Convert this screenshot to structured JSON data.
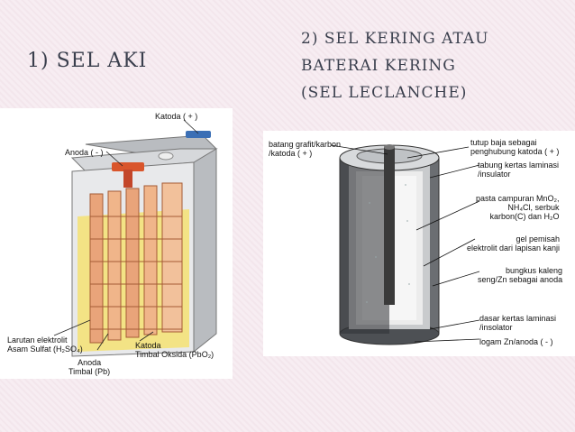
{
  "headings": {
    "sel_aki": "1) SEL AKI",
    "sel_kering": [
      "2) SEL KERING ATAU",
      "BATERAI KERING",
      "(SEL LECLANCHE)"
    ]
  },
  "aki": {
    "katoda_top": "Katoda ( + )",
    "anoda_top": "Anoda ( - )",
    "elektrolit": [
      "Larutan elektrolit",
      "Asam Sulfat (H₂SO₄)"
    ],
    "katoda_bottom": [
      "Katoda",
      "Timbal Oksida (PbO₂)"
    ],
    "anoda_bottom": [
      "Anoda",
      "Timbal (Pb)"
    ]
  },
  "leclanche": {
    "batang": [
      "batang grafit/karbon",
      "/katoda ( + )"
    ],
    "tutup": [
      "tutup baja sebagai",
      "penghubung katoda ( + )"
    ],
    "tabung": [
      "tabung kertas laminasi",
      "/insulator"
    ],
    "pasta": [
      "pasta campuran MnO₂,",
      "NH₄Cl, serbuk",
      "karbon(C) dan H₂O"
    ],
    "gel": [
      "gel pemisah",
      "elektrolit dari lapisan kanji"
    ],
    "bungkus": [
      "bungkus kaleng",
      "seng/Zn sebagai anoda"
    ],
    "dasar": [
      "dasar kertas laminasi",
      "/insolator"
    ],
    "logam": "logam Zn/anoda ( - )"
  }
}
